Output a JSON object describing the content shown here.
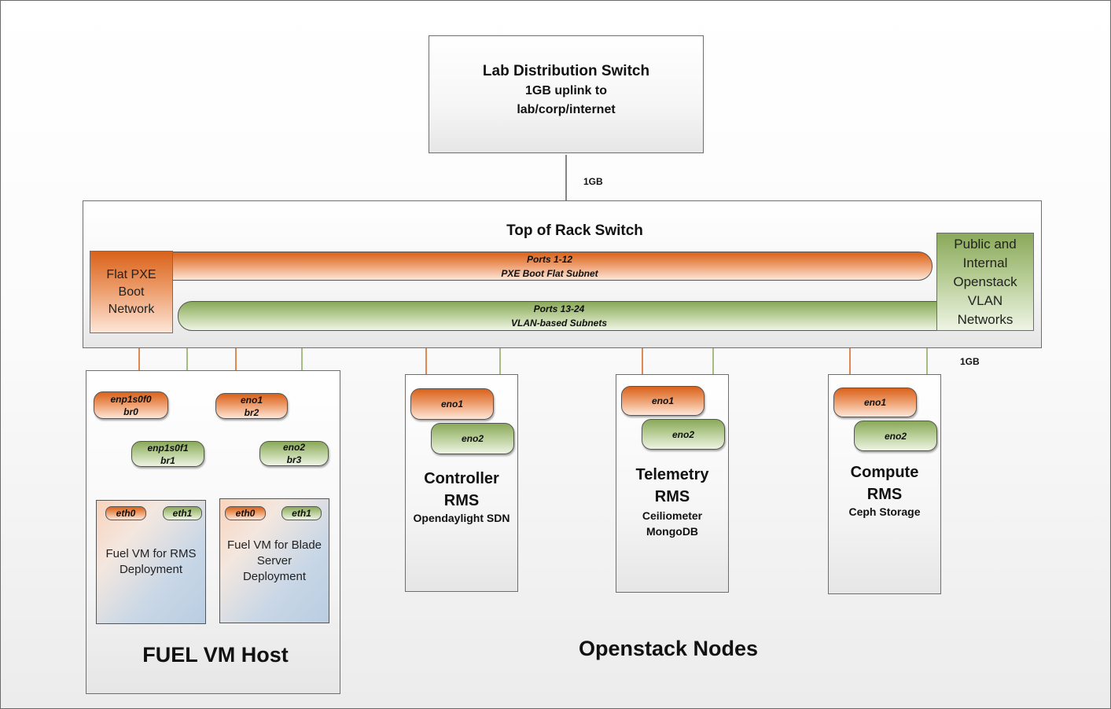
{
  "lab_switch": {
    "title": "Lab Distribution Switch",
    "line2": "1GB uplink to",
    "line3": "lab/corp/internet"
  },
  "uplink_label": "1GB",
  "tor_switch": {
    "title": "Top of Rack Switch",
    "pxe_bar": {
      "line1": "Ports 1-12",
      "line2": "PXE Boot Flat Subnet"
    },
    "vlan_bar": {
      "line1": "Ports 13-24",
      "line2": "VLAN-based Subnets"
    },
    "flat_pxe": [
      "Flat PXE",
      "Boot",
      "Network"
    ],
    "public_vlan": [
      "Public and",
      "Internal",
      "Openstack",
      "VLAN",
      "Networks"
    ]
  },
  "tor_side_label": "1GB",
  "fuel_host": {
    "title": "FUEL VM Host",
    "nics": [
      {
        "line1": "enp1s0f0",
        "line2": "br0",
        "color": "orange"
      },
      {
        "line1": "enp1s0f1",
        "line2": "br1",
        "color": "green"
      },
      {
        "line1": "eno1",
        "line2": "br2",
        "color": "orange"
      },
      {
        "line1": "eno2",
        "line2": "br3",
        "color": "green"
      }
    ],
    "vms": [
      {
        "eth0": "eth0",
        "eth1": "eth1",
        "label": [
          "Fuel VM for RMS",
          "Deployment"
        ]
      },
      {
        "eth0": "eth0",
        "eth1": "eth1",
        "label": [
          "Fuel VM for Blade",
          "Server",
          "Deployment"
        ]
      }
    ]
  },
  "openstack_nodes": {
    "title": "Openstack Nodes",
    "nodes": [
      {
        "eno1": "eno1",
        "eno2": "eno2",
        "name1": "Controller",
        "name2": "RMS",
        "sub": [
          "Opendaylight SDN"
        ]
      },
      {
        "eno1": "eno1",
        "eno2": "eno2",
        "name1": "Telemetry",
        "name2": "RMS",
        "sub": [
          "Ceiliometer",
          "MongoDB"
        ]
      },
      {
        "eno1": "eno1",
        "eno2": "eno2",
        "name1": "Compute",
        "name2": "RMS",
        "sub": [
          "Ceph Storage"
        ]
      }
    ]
  },
  "colors": {
    "orange_wire": "#d9621a",
    "green_wire": "#8aa95a",
    "border": "#6e6e6e"
  }
}
